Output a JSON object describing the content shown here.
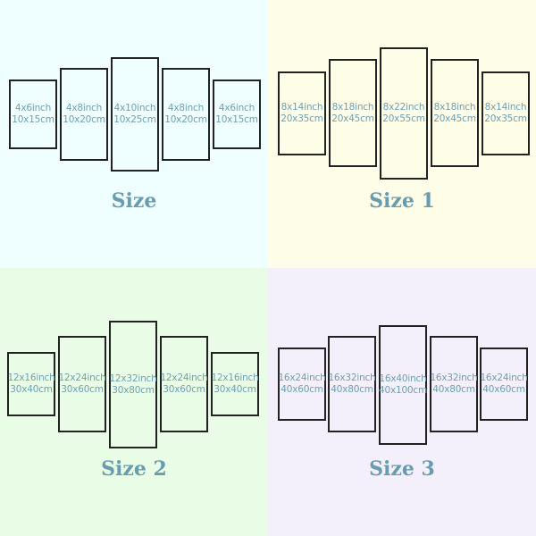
{
  "quadrants": [
    {
      "title": "Size",
      "panels": [
        {
          "inch": "4x6inch",
          "cm": "10x15cm"
        },
        {
          "inch": "4x8inch",
          "cm": "10x20cm"
        },
        {
          "inch": "4x10inch",
          "cm": "10x25cm"
        },
        {
          "inch": "4x8inch",
          "cm": "10x20cm"
        },
        {
          "inch": "4x6inch",
          "cm": "10x15cm"
        }
      ]
    },
    {
      "title": "Size 1",
      "panels": [
        {
          "inch": "8x14inch",
          "cm": "20x35cm"
        },
        {
          "inch": "8x18inch",
          "cm": "20x45cm"
        },
        {
          "inch": "8x22inch",
          "cm": "20x55cm"
        },
        {
          "inch": "8x18inch",
          "cm": "20x45cm"
        },
        {
          "inch": "8x14inch",
          "cm": "20x35cm"
        }
      ]
    },
    {
      "title": "Size 2",
      "panels": [
        {
          "inch": "12x16inch",
          "cm": "30x40cm"
        },
        {
          "inch": "12x24inch",
          "cm": "30x60cm"
        },
        {
          "inch": "12x32inch",
          "cm": "30x80cm"
        },
        {
          "inch": "12x24inch",
          "cm": "30x60cm"
        },
        {
          "inch": "12x16inch",
          "cm": "30x40cm"
        }
      ]
    },
    {
      "title": "Size 3",
      "panels": [
        {
          "inch": "16x24inch",
          "cm": "40x60cm"
        },
        {
          "inch": "16x32inch",
          "cm": "40x80cm"
        },
        {
          "inch": "16x40inch",
          "cm": "40x100cm"
        },
        {
          "inch": "16x32inch",
          "cm": "40x80cm"
        },
        {
          "inch": "16x24inch",
          "cm": "40x60cm"
        }
      ]
    }
  ],
  "colors": {
    "label_text": "#6f9fb0",
    "title_text": "#6a9caf",
    "panel_border": "#222222"
  }
}
